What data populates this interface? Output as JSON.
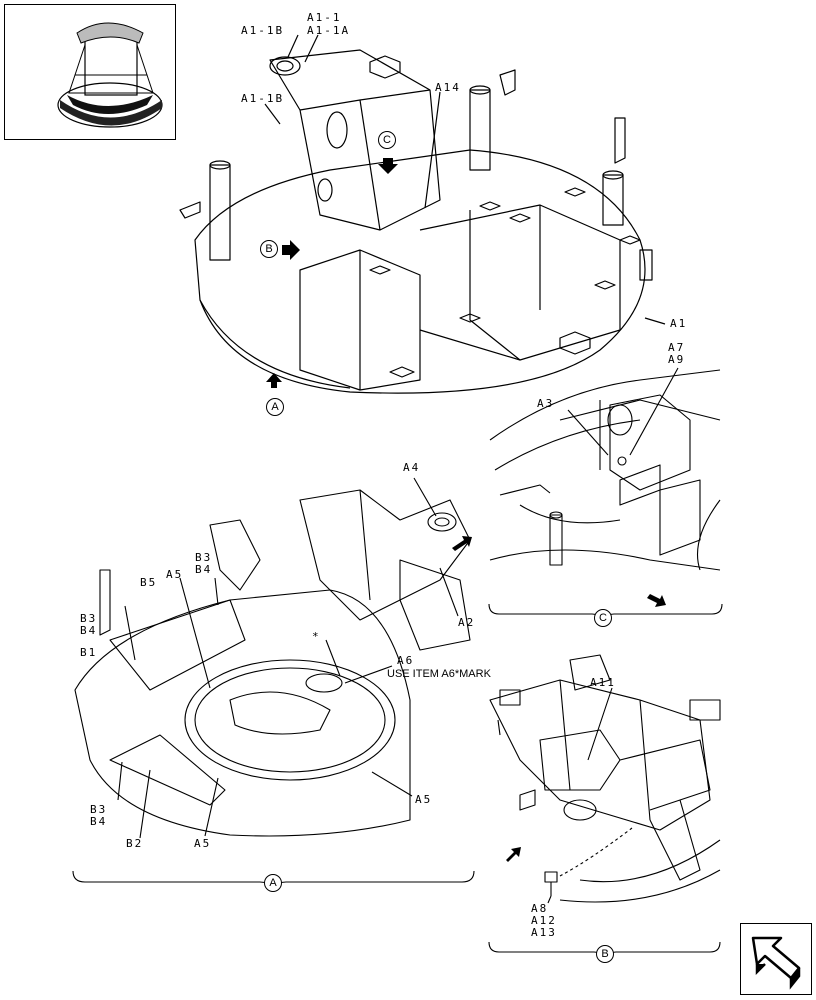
{
  "labels": {
    "a1_1": "A1-1",
    "a1_1b_top": "A1-1B",
    "a1_1a": "A1-1A",
    "a1_1b_mid": "A1-1B",
    "a14": "A14",
    "a1": "A1",
    "a7": "A7",
    "a9": "A9",
    "a3": "A3",
    "a4": "A4",
    "b3_top": "B3",
    "b4_top": "B4",
    "a5_top": "A5",
    "b5": "B5",
    "b3_left": "B3",
    "b4_left": "B4",
    "b1": "B1",
    "a2": "A2",
    "star": "*",
    "a6": "A6",
    "a5_right": "A5",
    "b3_bot": "B3",
    "b4_bot": "B4",
    "b2": "B2",
    "a5_bot": "A5",
    "a11": "A11",
    "a8": "A8",
    "a12": "A12",
    "a13": "A13"
  },
  "note": "USE ITEM A6*MARK",
  "views": {
    "c_arrow": "C",
    "b_arrow": "B",
    "a_arrow": "A",
    "c_section": "C",
    "a_section": "A",
    "b_section": "B"
  },
  "icons": {
    "thumbnail": "machine-overview-icon",
    "navigation": "navigation-arrow-icon"
  }
}
